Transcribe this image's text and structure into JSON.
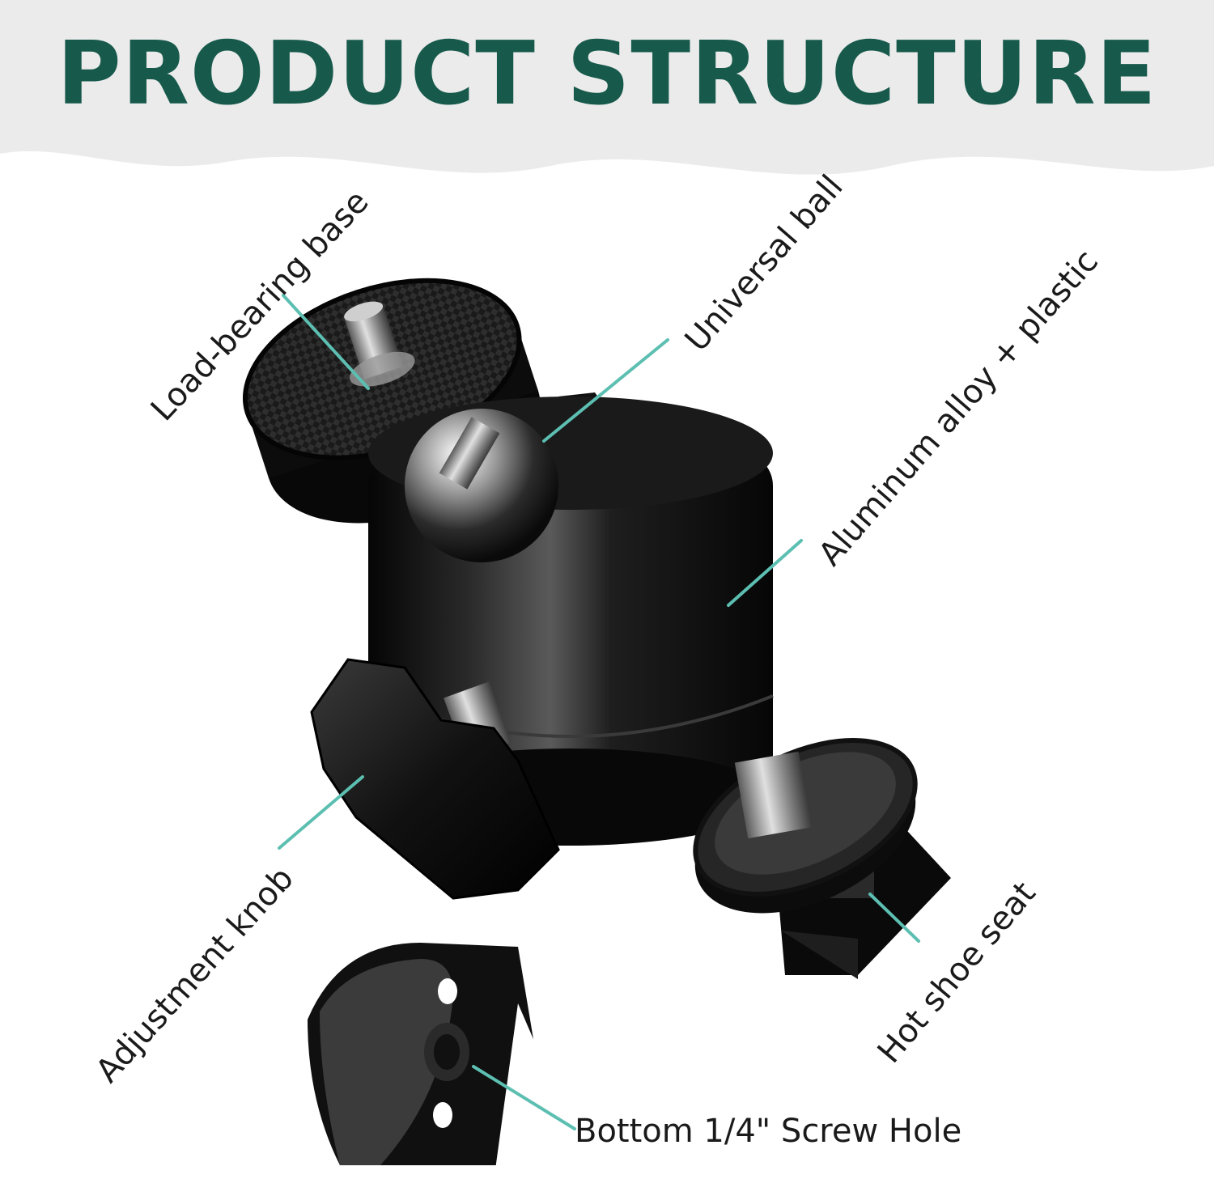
{
  "header": {
    "title": "PRODUCT STRUCTURE"
  },
  "labels": {
    "load_bearing_base": "Load-bearing base",
    "universal_ball": "Universal ball",
    "aluminum_alloy": "Aluminum alloy + plastic",
    "adjustment_knob": "Adjustment knob",
    "hot_shoe_seat": "Hot shoe seat",
    "bottom_screw_hole": "Bottom 1/4\" Screw Hole"
  },
  "colors": {
    "title": "#175a4c",
    "leader_line": "#5cbfb1",
    "header_band": "#ebebeb",
    "product_black": "#0d0d0d"
  }
}
